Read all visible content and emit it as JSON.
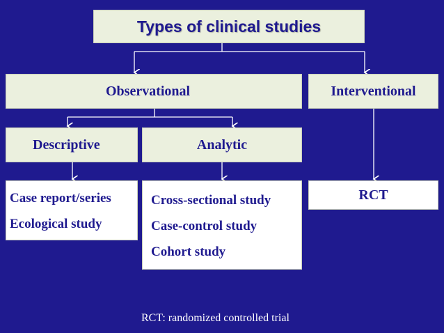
{
  "title": "Types of clinical studies",
  "categories": {
    "observational": "Observational",
    "interventional": "Interventional",
    "descriptive": "Descriptive",
    "analytic": "Analytic"
  },
  "descriptive_studies": [
    "Case report/series",
    "Ecological study"
  ],
  "analytic_studies": [
    "Cross-sectional study",
    "Case-control study",
    "Cohort study"
  ],
  "interventional_studies": [
    "RCT"
  ],
  "footnote": "RCT: randomized controlled trial",
  "colors": {
    "background": "#1f1a8f",
    "box_fill": "#ebf0de",
    "text": "#1f1a8f",
    "connector": "#ffffff"
  }
}
